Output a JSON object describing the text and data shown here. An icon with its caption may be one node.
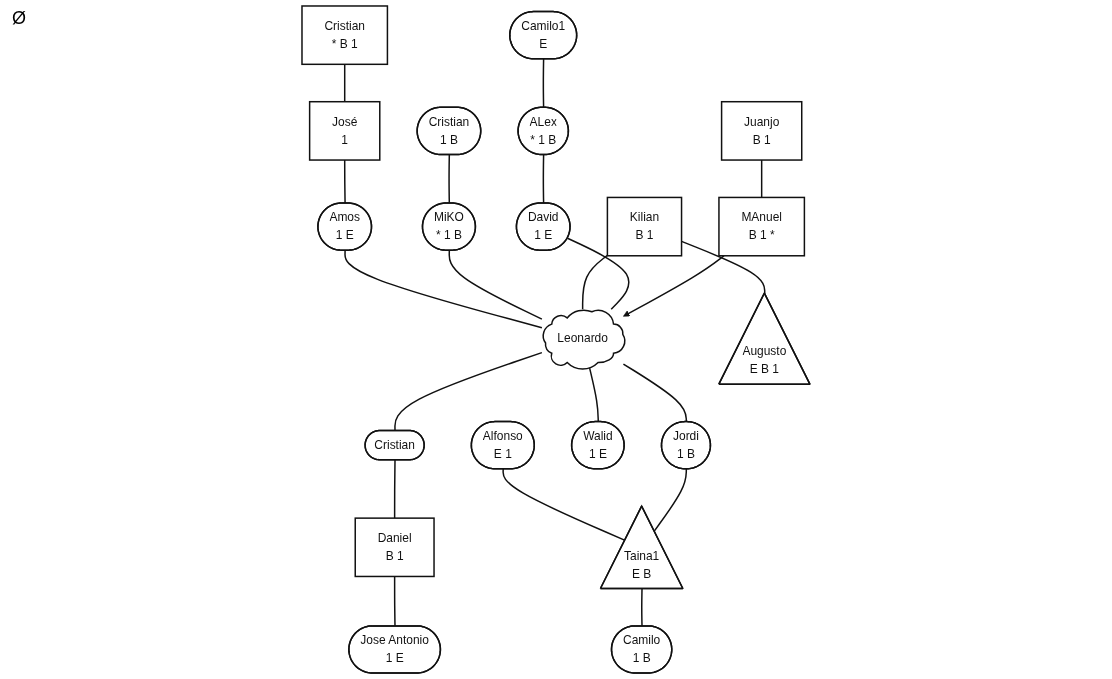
{
  "diagram": {
    "nodes": [
      {
        "text": [
          "Leonardo"
        ]
      },
      {
        "text": [
          "Cristian",
          "* B 1"
        ]
      },
      {
        "text": [
          "Cristian",
          "1 B"
        ]
      },
      {
        "text": [
          "MiKO",
          "* 1 B"
        ]
      },
      {
        "text": [
          "José",
          "1"
        ]
      },
      {
        "text": [
          "Amos",
          "1 E"
        ]
      },
      {
        "text": [
          "Kilian",
          "B 1"
        ]
      },
      {
        "text": [
          "ALex",
          "* 1 B"
        ]
      },
      {
        "text": [
          "Camilo1",
          "E"
        ]
      },
      {
        "text": [
          "Juanjo",
          "B 1"
        ]
      },
      {
        "text": [
          "David",
          "1 E"
        ]
      },
      {
        "text": [
          "MAnuel",
          "B 1 *"
        ]
      },
      {
        "text": [
          "Alfonso",
          "E 1"
        ]
      },
      {
        "text": [
          "Cristian"
        ]
      },
      {
        "text": [
          "Walid",
          "1 E"
        ]
      },
      {
        "text": [
          "Daniel",
          "B 1"
        ]
      },
      {
        "text": [
          "Jordi",
          "1 B"
        ]
      },
      {
        "text": [
          "Augusto",
          "E B 1"
        ]
      },
      {
        "text": [
          "Taina1",
          "E B"
        ]
      },
      {
        "text": [
          "Jose Antonio",
          "1 E"
        ]
      },
      {
        "text": [
          "Camilo",
          "1 B"
        ]
      }
    ],
    "edges": [
      {
        "from": 1,
        "to": 4,
        "arrow": "none"
      },
      {
        "from": 4,
        "to": 5,
        "arrow": "none"
      },
      {
        "from": 5,
        "to": 0,
        "arrow": "none"
      },
      {
        "from": 2,
        "to": 3,
        "arrow": "none"
      },
      {
        "from": 3,
        "to": 0,
        "arrow": "none"
      },
      {
        "from": 6,
        "to": 0,
        "arrow": "none"
      },
      {
        "from": 6,
        "to": 17,
        "arrow": "none"
      },
      {
        "from": 8,
        "to": 7,
        "arrow": "none"
      },
      {
        "from": 7,
        "to": 10,
        "arrow": "none"
      },
      {
        "from": 10,
        "to": 0,
        "arrow": "none"
      },
      {
        "from": 9,
        "to": 11,
        "arrow": "none"
      },
      {
        "from": 11,
        "to": 0,
        "arrow": "to"
      },
      {
        "from": 12,
        "to": 18,
        "arrow": "none"
      },
      {
        "from": 0,
        "to": 13,
        "arrow": "none"
      },
      {
        "from": 0,
        "to": 14,
        "arrow": "none"
      },
      {
        "from": 13,
        "to": 15,
        "arrow": "none"
      },
      {
        "from": 0,
        "to": 16,
        "arrow": "none"
      },
      {
        "from": 16,
        "to": 18,
        "arrow": "none"
      },
      {
        "from": 18,
        "to": 20,
        "arrow": "none"
      },
      {
        "from": 15,
        "to": 19,
        "arrow": "none"
      }
    ],
    "labels": [
      "Ø"
    ]
  }
}
